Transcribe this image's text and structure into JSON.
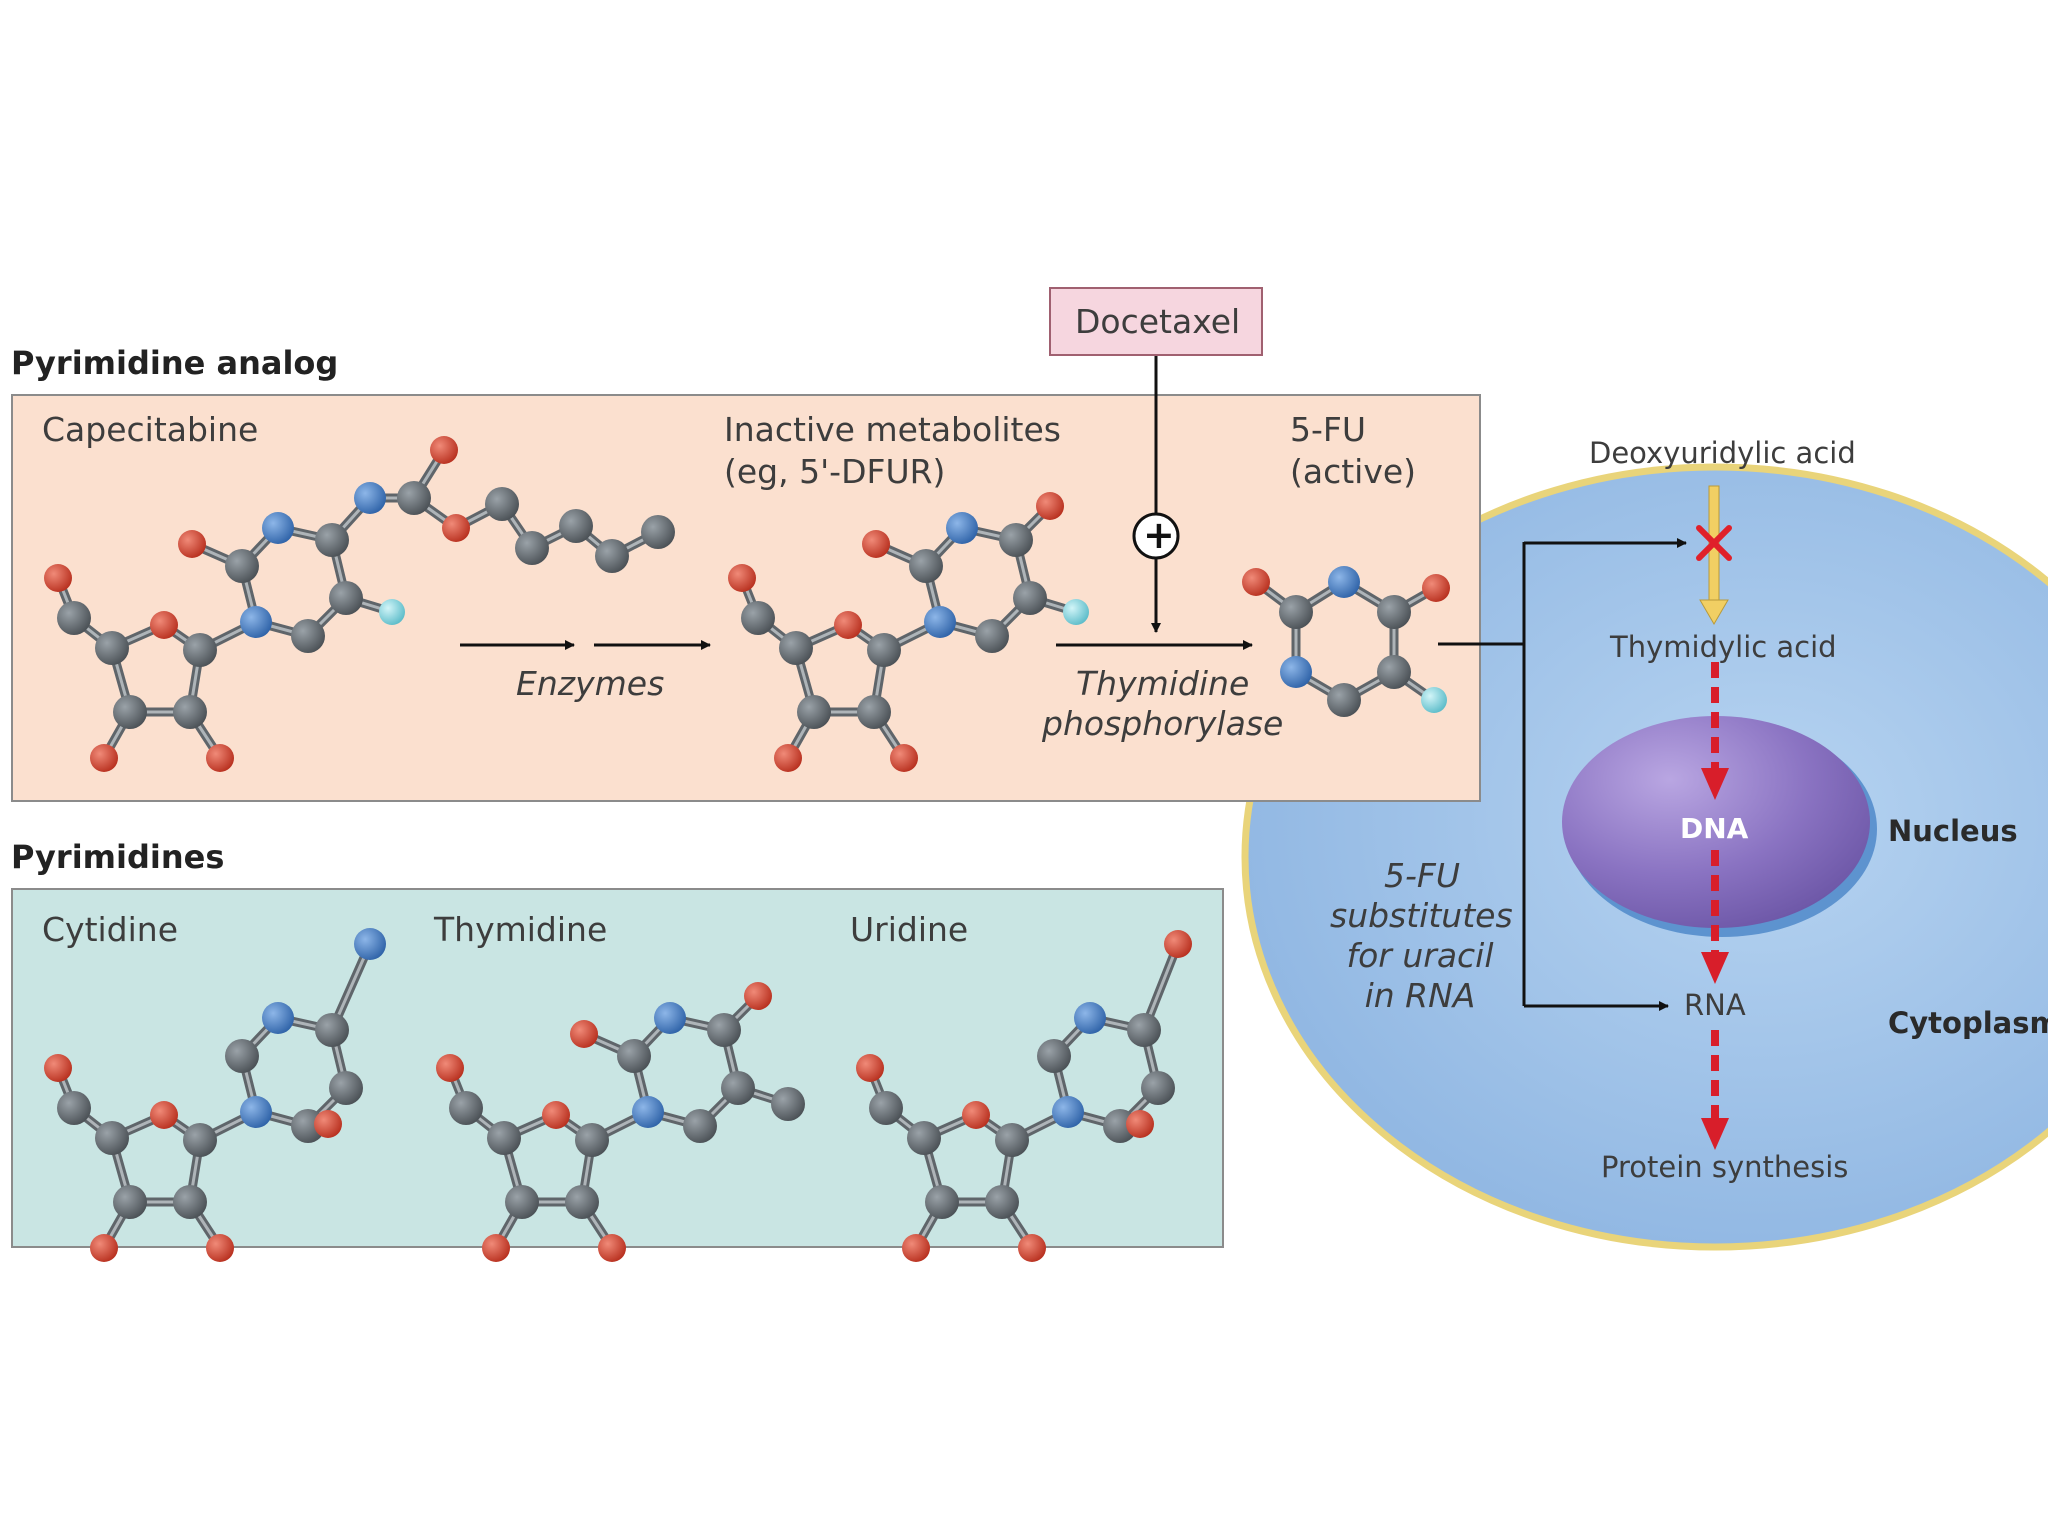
{
  "analog": {
    "title": "Pyrimidine analog",
    "capecitabine": "Capecitabine",
    "inactive_line1": "Inactive metabolites",
    "inactive_line2": "(eg, 5'-DFUR)",
    "fu_line1": "5-FU",
    "fu_line2": "(active)",
    "enzymes": "Enzymes",
    "tp_line1": "Thymidine",
    "tp_line2": "phosphorylase",
    "docetaxel": "Docetaxel",
    "plus": "+"
  },
  "pyrimidines": {
    "title": "Pyrimidines",
    "cytidine": "Cytidine",
    "thymidine": "Thymidine",
    "uridine": "Uridine"
  },
  "cell": {
    "deoxyuridylic": "Deoxyuridylic acid",
    "thymidylic": "Thymidylic acid",
    "dna": "DNA",
    "nucleus": "Nucleus",
    "rna": "RNA",
    "cytoplasm": "Cytoplasm",
    "protein": "Protein synthesis",
    "subst_1": "5-FU",
    "subst_2": "substitutes",
    "subst_3": "for uracil",
    "subst_4": "in RNA"
  },
  "colors": {
    "analog_bg": "#fbe0cf",
    "pyrimidines_bg": "#c9e5e3",
    "cell_fill": "#a8c9ec",
    "cell_rim": "#e9d47a",
    "nucleus_fill": "#8a73c2",
    "docetaxel_bg": "#f6d6df",
    "carbon": "#5b6166",
    "oxygen": "#d8402c",
    "nitrogen": "#3f78c0",
    "fluorine": "#7fd4df",
    "inhibit_x": "#e0202a",
    "arrow_red": "#d81e2a",
    "arrow_yellow": "#f1cf63"
  }
}
